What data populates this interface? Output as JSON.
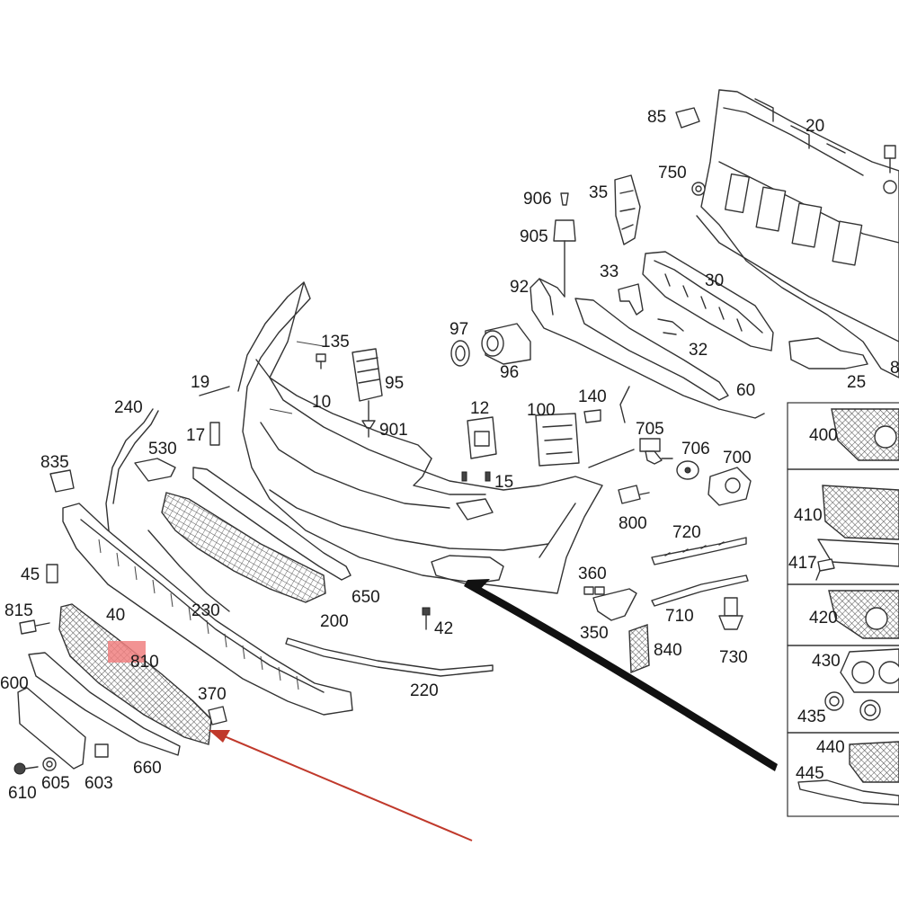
{
  "colors": {
    "background": "#ffffff",
    "line": "#333333",
    "highlight_box": "#f08080",
    "red_arrow": "#c0392b",
    "black_arrow": "#111111"
  },
  "labels": {
    "p85": "85",
    "p20": "20",
    "p750": "750",
    "p906": "906",
    "p35": "35",
    "p905": "905",
    "p33": "33",
    "p30": "30",
    "p92": "92",
    "p97": "97",
    "p135": "135",
    "p96": "96",
    "p32": "32",
    "p95": "95",
    "p25": "25",
    "p8": "8",
    "p60": "60",
    "p19": "19",
    "p10": "10",
    "p12": "12",
    "p100": "100",
    "p140": "140",
    "p240": "240",
    "p901": "901",
    "p705": "705",
    "p706": "706",
    "p700": "700",
    "p400": "400",
    "p17": "17",
    "p530": "530",
    "p835": "835",
    "p15": "15",
    "p800": "800",
    "p410": "410",
    "p720": "720",
    "p417": "417",
    "p45": "45",
    "p360": "360",
    "p650": "650",
    "p420": "420",
    "p815": "815",
    "p40": "40",
    "p230": "230",
    "p200": "200",
    "p42": "42",
    "p710": "710",
    "p430": "430",
    "p810": "810",
    "p350": "350",
    "p840": "840",
    "p730": "730",
    "p600": "600",
    "p370": "370",
    "p220": "220",
    "p435": "435",
    "p440": "440",
    "p445": "445",
    "p660": "660",
    "p605": "605",
    "p603": "603",
    "p610": "610"
  }
}
